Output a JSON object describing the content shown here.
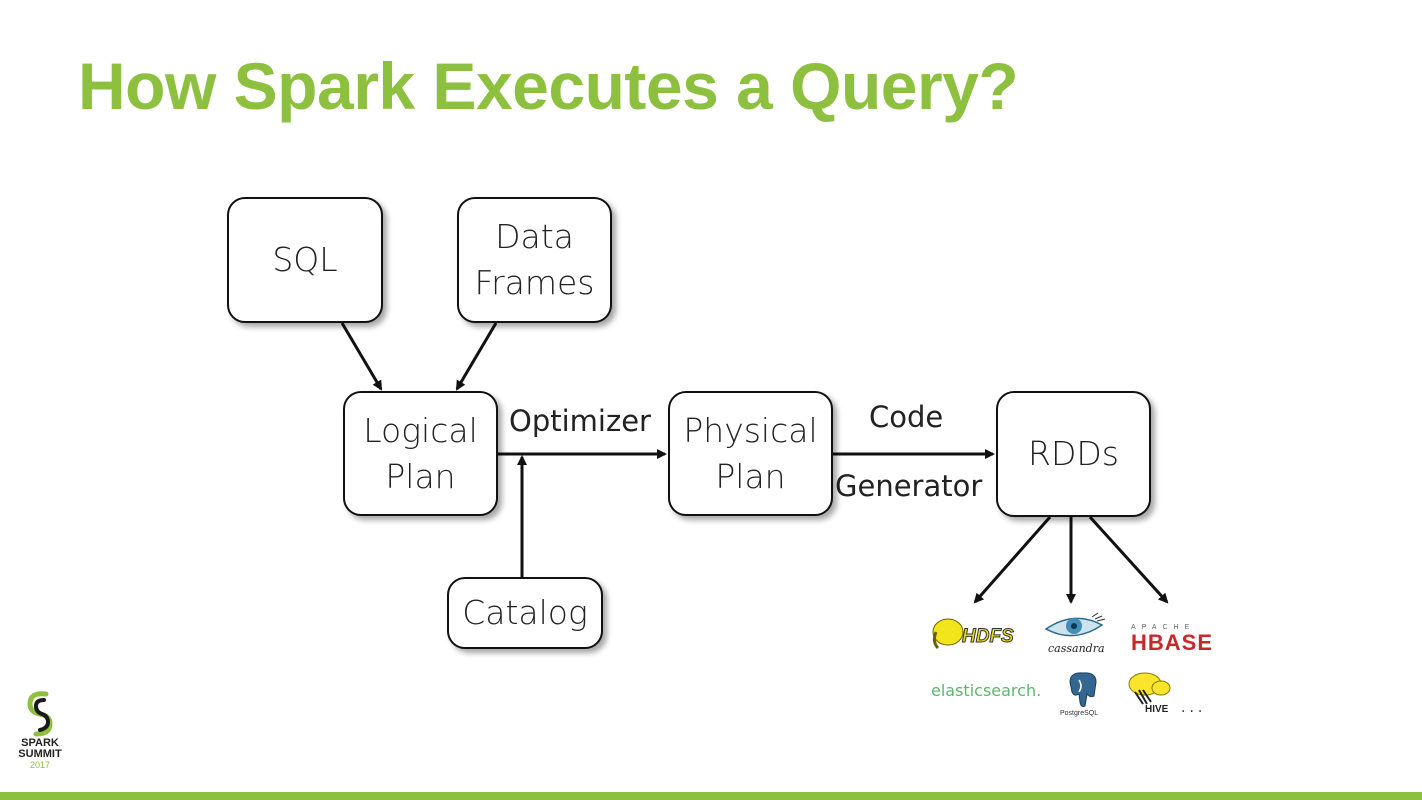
{
  "slide": {
    "title": "How Spark Executes a Query?",
    "accent_color": "#8DC03F"
  },
  "diagram": {
    "nodes": {
      "sql": {
        "lines": [
          "SQL"
        ]
      },
      "dataframes": {
        "lines": [
          "Data",
          "Frames"
        ]
      },
      "logical_plan": {
        "lines": [
          "Logical",
          "Plan"
        ]
      },
      "physical_plan": {
        "lines": [
          "Physical",
          "Plan"
        ]
      },
      "rdds": {
        "lines": [
          "RDDs"
        ]
      },
      "catalog": {
        "lines": [
          "Catalog"
        ]
      }
    },
    "edge_labels": {
      "optimizer": "Optimizer",
      "code": "Code",
      "generator": "Generator"
    },
    "edges": [
      {
        "from": "SQL",
        "to": "Logical Plan"
      },
      {
        "from": "Data Frames",
        "to": "Logical Plan"
      },
      {
        "from": "Logical Plan",
        "to": "Physical Plan",
        "label": "Optimizer"
      },
      {
        "from": "Catalog",
        "to": "Optimizer edge"
      },
      {
        "from": "Physical Plan",
        "to": "RDDs",
        "label": "Code Generator"
      },
      {
        "from": "RDDs",
        "to": "Data sources (left)"
      },
      {
        "from": "RDDs",
        "to": "Data sources (center)"
      },
      {
        "from": "RDDs",
        "to": "Data sources (right)"
      }
    ],
    "data_sources": {
      "hdfs": "HDFS",
      "cassandra": "cassandra",
      "hbase_small": "APACHE",
      "hbase": "HBASE",
      "elasticsearch": "elasticsearch.",
      "postgresql": "PostgreSQL",
      "hive": "HIVE",
      "more": "..."
    }
  },
  "branding": {
    "name_line1": "SPARK",
    "name_line2": "SUMMIT",
    "year": "2017"
  }
}
